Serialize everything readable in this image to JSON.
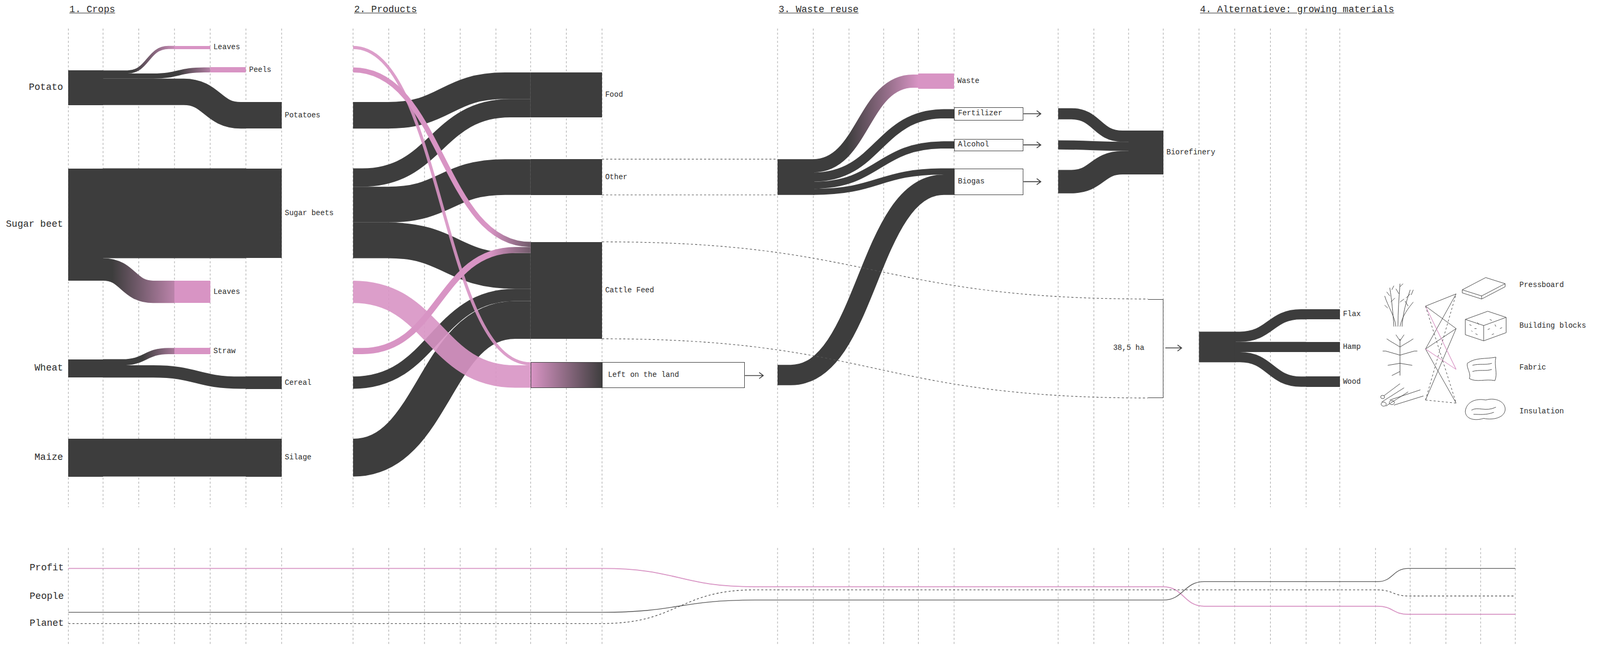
{
  "diagram": {
    "nodes": [
      {
        "text": [
          "Potato"
        ]
      },
      {
        "text": [
          "Leaves"
        ]
      },
      {
        "text": [
          "Peels"
        ]
      },
      {
        "text": [
          "Potatoes"
        ]
      },
      {
        "text": [
          "Sugar beet"
        ]
      },
      {
        "text": [
          "Sugar beets"
        ]
      },
      {
        "text": [
          "Leaves"
        ]
      },
      {
        "text": [
          "Wheat"
        ]
      },
      {
        "text": [
          "Straw"
        ]
      },
      {
        "text": [
          "Cereal"
        ]
      },
      {
        "text": [
          "Maize"
        ]
      },
      {
        "text": [
          "Silage"
        ]
      },
      {
        "text": [
          "Food"
        ]
      },
      {
        "text": [
          "Other"
        ]
      },
      {
        "text": [
          "Cattle Feed"
        ]
      },
      {
        "text": [
          "Left on the land"
        ]
      },
      {
        "text": [
          "Waste"
        ]
      },
      {
        "text": [
          "Fertilizer"
        ]
      },
      {
        "text": [
          "Alcohol"
        ]
      },
      {
        "text": [
          "Biogas"
        ]
      },
      {
        "text": [
          "Biorefinery"
        ]
      },
      {
        "text": [
          "38,5 ha"
        ]
      },
      {
        "text": [
          "Flax"
        ]
      },
      {
        "text": [
          "Hamp"
        ]
      },
      {
        "text": [
          "Wood"
        ]
      }
    ],
    "edges": [
      {
        "from": 0,
        "to": 1,
        "arrow": "none"
      },
      {
        "from": 0,
        "to": 2,
        "arrow": "none"
      },
      {
        "from": 0,
        "to": 3,
        "arrow": "none"
      },
      {
        "from": 4,
        "to": 5,
        "arrow": "none"
      },
      {
        "from": 4,
        "to": 6,
        "arrow": "none"
      },
      {
        "from": 7,
        "to": 8,
        "arrow": "none"
      },
      {
        "from": 7,
        "to": 9,
        "arrow": "none"
      },
      {
        "from": 10,
        "to": 11,
        "arrow": "none"
      },
      {
        "from": 3,
        "to": 12,
        "arrow": "none"
      },
      {
        "from": 5,
        "to": 12,
        "arrow": "none"
      },
      {
        "from": 5,
        "to": 13,
        "arrow": "none"
      },
      {
        "from": 5,
        "to": 14,
        "arrow": "none"
      },
      {
        "from": 2,
        "to": 14,
        "arrow": "none"
      },
      {
        "from": 8,
        "to": 14,
        "arrow": "none"
      },
      {
        "from": 9,
        "to": 14,
        "arrow": "none"
      },
      {
        "from": 11,
        "to": 14,
        "arrow": "none"
      },
      {
        "from": 1,
        "to": 15,
        "arrow": "none"
      },
      {
        "from": 6,
        "to": 15,
        "arrow": "none"
      },
      {
        "from": 13,
        "to": 16,
        "arrow": "none"
      },
      {
        "from": 13,
        "to": 17,
        "arrow": "none"
      },
      {
        "from": 13,
        "to": 18,
        "arrow": "none"
      },
      {
        "from": 13,
        "to": 19,
        "arrow": "none"
      },
      {
        "from": 15,
        "to": 19,
        "arrow": "none"
      },
      {
        "from": 17,
        "to": 20,
        "arrow": "none"
      },
      {
        "from": 18,
        "to": 20,
        "arrow": "none"
      },
      {
        "from": 19,
        "to": 20,
        "arrow": "none"
      },
      {
        "from": 14,
        "to": 21,
        "arrow": "none"
      },
      {
        "from": 14,
        "to": 21,
        "arrow": "none"
      },
      {
        "from": 21,
        "to": 22,
        "arrow": "none"
      },
      {
        "from": 21,
        "to": 23,
        "arrow": "none"
      },
      {
        "from": 21,
        "to": 24,
        "arrow": "none"
      }
    ],
    "labels": [
      "1. Crops",
      "2. Products",
      "3. Waste reuse",
      "4. Alternatieve: growing materials",
      "Pressboard",
      "Building blocks",
      "Fabric",
      "Insulation",
      "Profit",
      "People",
      "Planet"
    ]
  }
}
